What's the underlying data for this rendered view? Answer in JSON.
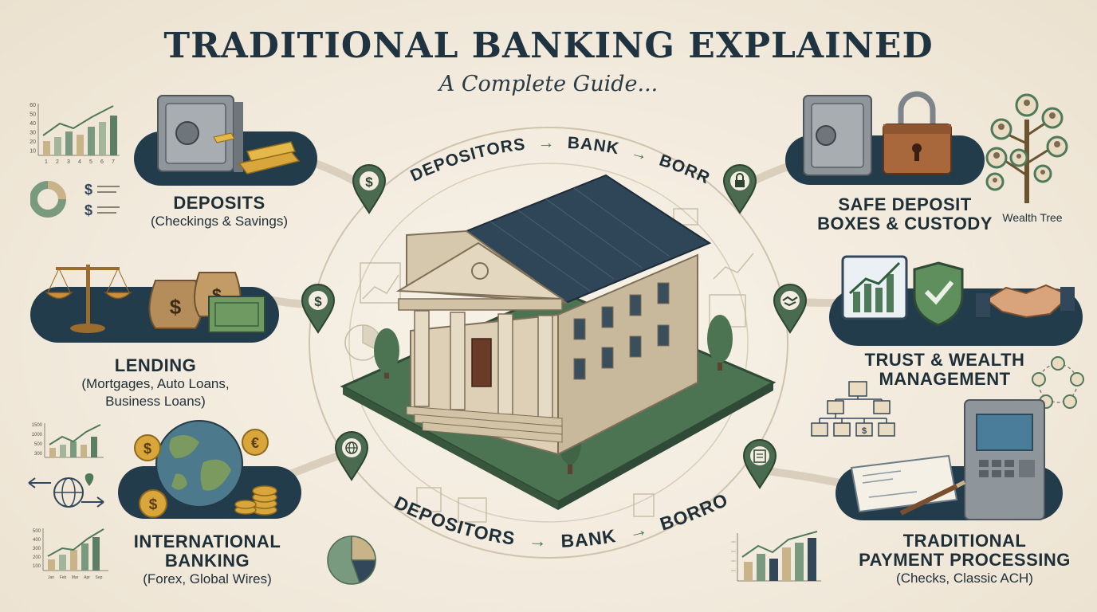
{
  "title": "TRADITIONAL BANKING EXPLAINED",
  "subtitle": "A Complete Guide...",
  "flow_top": {
    "depositors": "DEPOSITORS",
    "arrow1": "→",
    "bank": "BANK",
    "arrow2": "→",
    "borrowers": "BORROWERS"
  },
  "flow_bottom": {
    "depositors": "DEPOSITORS",
    "arrow1": "→",
    "bank": "BANK",
    "arrow2": "→",
    "borrowers": "BORROWERS"
  },
  "services": {
    "deposits": {
      "title": "DEPOSITS",
      "sub": "(Checkings & Savings)"
    },
    "lending": {
      "title": "LENDING",
      "sub1": "(Mortgages, Auto Loans,",
      "sub2": "Business Loans)"
    },
    "international": {
      "title1": "INTERNATIONAL",
      "title2": "BANKING",
      "sub": "(Forex, Global Wires)"
    },
    "safe_deposit": {
      "title1": "SAFE DEPOSIT",
      "title2": "BOXES & CUSTODY"
    },
    "trust": {
      "title1": "TRUST & WEALTH",
      "title2": "MANAGEMENT"
    },
    "payments": {
      "title1": "TRADITIONAL",
      "title2": "PAYMENT PROCESSING",
      "sub": "(Checks, Classic ACH)"
    }
  },
  "wealth_tree_label": "Wealth Tree",
  "pin_symbols": {
    "dollar": "$",
    "euro": "€"
  },
  "mini_chart_top_left": {
    "yticks": [
      "60",
      "50",
      "40",
      "30",
      "20",
      "10"
    ],
    "xticks": [
      "1",
      "2",
      "3",
      "4",
      "5",
      "6",
      "7"
    ]
  },
  "mini_chart_mid_left": {
    "yticks": [
      "1500",
      "1000",
      "500",
      "300"
    ]
  },
  "mini_chart_bottom_left": {
    "yticks": [
      "500",
      "400",
      "300",
      "200",
      "100"
    ],
    "xticks": [
      "Jan",
      "Feb",
      "Mar",
      "Apr",
      "Sep"
    ]
  },
  "colors": {
    "navy": "#233c4c",
    "green": "#4f7a5a",
    "gold": "#d8a63a",
    "cream": "#f3ece0",
    "stone": "#d9ccb4"
  }
}
